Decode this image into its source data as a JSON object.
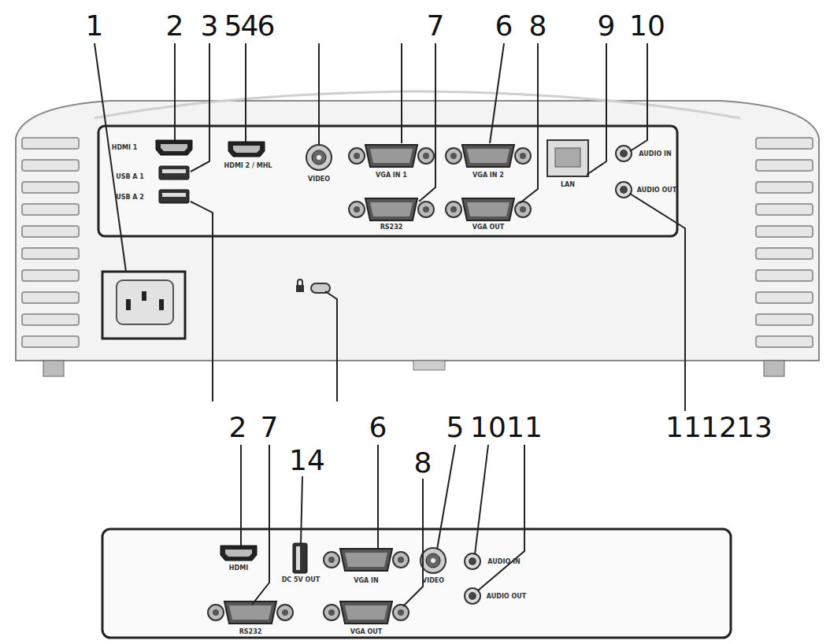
{
  "diagram": {
    "labels": [
      "1",
      "2",
      "3",
      "5",
      "4",
      "6",
      "7",
      "6",
      "8",
      "9",
      "10",
      "HDMI 1",
      "USB A 1",
      "USB A 2",
      "HDMI 2 / MHL",
      "VIDEO",
      "VGA IN 1",
      "VGA IN 2",
      "LAN",
      "AUDIO IN",
      "RS232",
      "VGA OUT",
      "AUDIO OUT",
      "11",
      "12",
      "13",
      "2",
      "7",
      "14",
      "6",
      "8",
      "5",
      "10",
      "11",
      "HDMI",
      "DC 5V OUT",
      "VGA IN",
      "VIDEO",
      "AUDIO IN",
      "RS232",
      "VGA OUT",
      "AUDIO OUT"
    ]
  }
}
